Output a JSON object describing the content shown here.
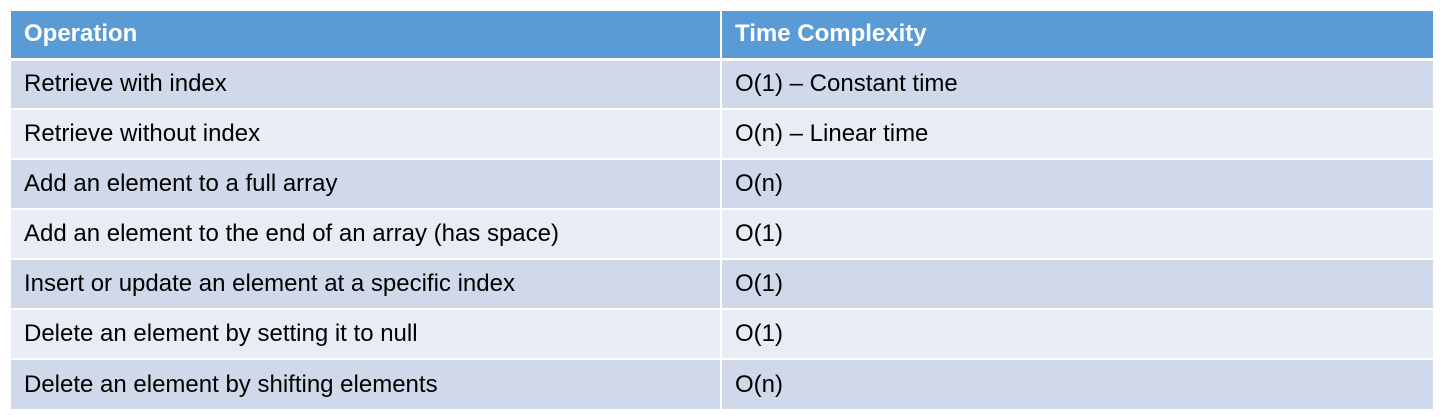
{
  "table": {
    "headers": [
      "Operation",
      "Time Complexity"
    ],
    "rows": [
      [
        "Retrieve with index",
        "O(1) – Constant time"
      ],
      [
        "Retrieve without index",
        "O(n) – Linear time"
      ],
      [
        "Add an element to a full array",
        "O(n)"
      ],
      [
        "Add an element to the end of an array (has space)",
        "O(1)"
      ],
      [
        "Insert or update an element at a specific index",
        "O(1)"
      ],
      [
        "Delete an element by setting it to null",
        "O(1)"
      ],
      [
        "Delete an element by shifting elements",
        "O(n)"
      ]
    ]
  },
  "colors": {
    "header_bg": "#5b9bd5",
    "row_dark": "#cfd9ea",
    "row_light": "#e8edf5",
    "header_text": "#ffffff"
  }
}
